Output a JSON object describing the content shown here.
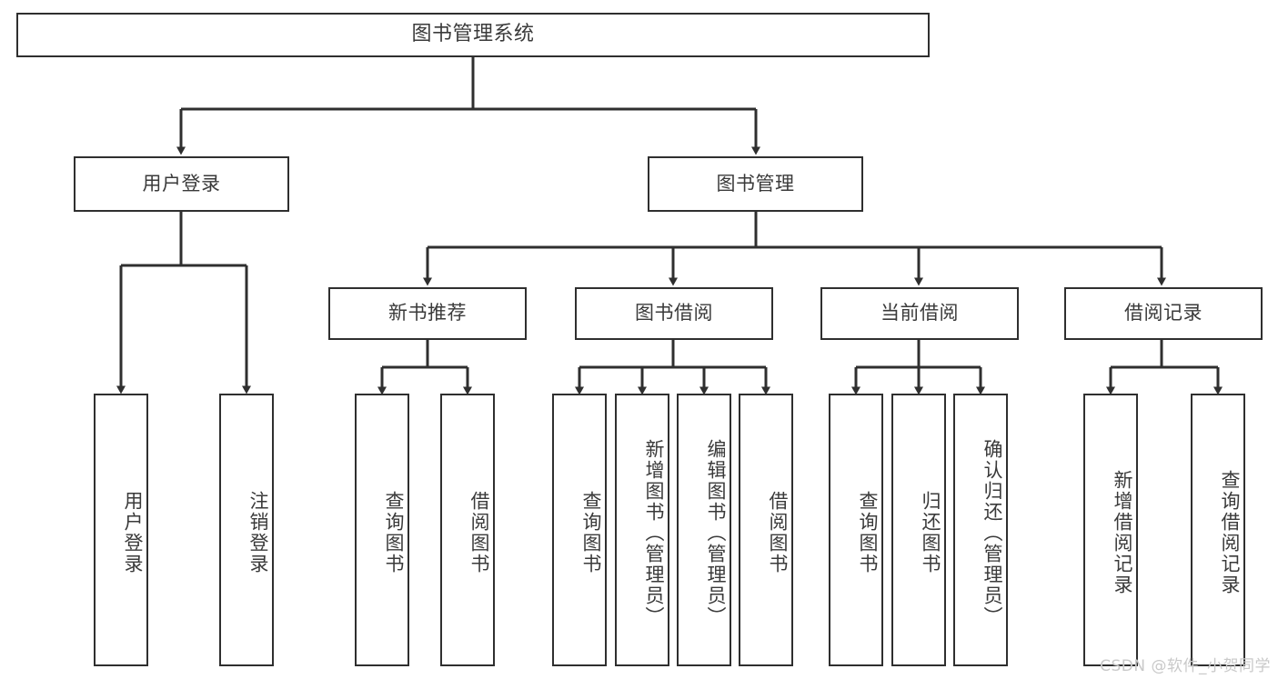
{
  "diagram": {
    "title": "图书管理系统",
    "type": "tree-hierarchy-diagram",
    "watermark": "CSDN @软件_小贺同学",
    "colors": {
      "box_border": "#2f2f2f",
      "box_fill": "#ffffff",
      "text": "#3a3a3a",
      "edge": "#2f2f2f",
      "watermark": "#c9c9c9",
      "background": "#ffffff"
    },
    "root": {
      "id": "root",
      "label": "图书管理系统"
    },
    "level2": [
      {
        "id": "user-login",
        "label": "用户登录"
      },
      {
        "id": "book-manage",
        "label": "图书管理"
      }
    ],
    "level3": [
      {
        "id": "new-book-rec",
        "label": "新书推荐"
      },
      {
        "id": "book-borrow",
        "label": "图书借阅"
      },
      {
        "id": "current-borrow",
        "label": "当前借阅"
      },
      {
        "id": "borrow-record",
        "label": "借阅记录"
      }
    ],
    "leaves": {
      "user_login": [
        {
          "id": "leaf-user-login",
          "label": "用户登录"
        },
        {
          "id": "leaf-logout-login",
          "label": "注销登录"
        }
      ],
      "new_book_rec": [
        {
          "id": "leaf-query-book-1",
          "label": "查询图书"
        },
        {
          "id": "leaf-borrow-book-1",
          "label": "借阅图书"
        }
      ],
      "book_borrow": [
        {
          "id": "leaf-query-book-2",
          "label": "查询图书"
        },
        {
          "id": "leaf-add-book",
          "label": "新增图书（管理员）"
        },
        {
          "id": "leaf-edit-book",
          "label": "编辑图书（管理员）"
        },
        {
          "id": "leaf-borrow-book-2",
          "label": "借阅图书"
        }
      ],
      "current_borrow": [
        {
          "id": "leaf-query-book-3",
          "label": "查询图书"
        },
        {
          "id": "leaf-return-book",
          "label": "归还图书"
        },
        {
          "id": "leaf-confirm-return",
          "label": "确认归还（管理员）"
        }
      ],
      "borrow_record": [
        {
          "id": "leaf-add-record",
          "label": "新增借阅记录"
        },
        {
          "id": "leaf-query-record",
          "label": "查询借阅记录"
        }
      ]
    }
  }
}
